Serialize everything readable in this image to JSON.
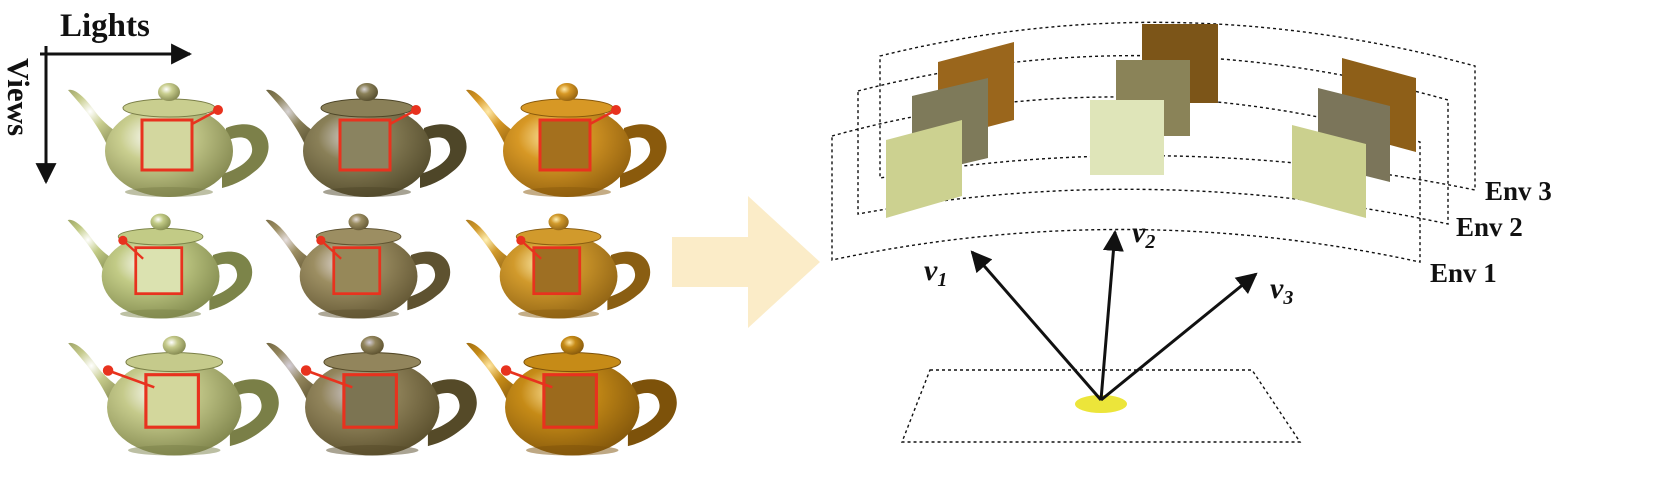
{
  "axes": {
    "lights_label": "Lights",
    "views_label": "Views"
  },
  "colors": {
    "swatch_outline": "#e8321e",
    "marker": "#e8321e",
    "arrow": "#fbecc8",
    "surface_point": "#ece53a",
    "env_swatch_light": "#ccd190",
    "env_swatch_gray": "#7e7a5a",
    "env_swatch_brown": "#9a661c"
  },
  "teapot_grid": [
    {
      "view": 1,
      "cells": [
        {
          "light": 1,
          "body": "#c9ce8f",
          "shade": "#7c8049",
          "hi": "#ffffff",
          "swatch": "#d3d79f"
        },
        {
          "light": 2,
          "body": "#8a8058",
          "shade": "#4e4628",
          "hi": "#d8d4d4",
          "swatch": "#8a8360"
        },
        {
          "light": 3,
          "body": "#d79825",
          "shade": "#8a5a0c",
          "hi": "#ffe9a8",
          "swatch": "#a4701e"
        }
      ]
    },
    {
      "view": 2,
      "cells": [
        {
          "light": 1,
          "body": "#c2cb86",
          "shade": "#7c8449",
          "hi": "#ffffff",
          "swatch": "#dbe2b0"
        },
        {
          "light": 2,
          "body": "#9c8e62",
          "shade": "#5e5230",
          "hi": "#e6dede",
          "swatch": "#968859"
        },
        {
          "light": 3,
          "body": "#d19a2c",
          "shade": "#8a5e12",
          "hi": "#fff0b4",
          "swatch": "#9e6f23"
        }
      ]
    },
    {
      "view": 3,
      "cells": [
        {
          "light": 1,
          "body": "#c5ca8b",
          "shade": "#7a7f47",
          "hi": "#ffffff",
          "swatch": "#d3d79c"
        },
        {
          "light": 2,
          "body": "#92855c",
          "shade": "#554a28",
          "hi": "#d4ced8",
          "swatch": "#7c7452"
        },
        {
          "light": 3,
          "body": "#c68b17",
          "shade": "#7d520a",
          "hi": "#ffe6a0",
          "swatch": "#9c6a1c"
        }
      ]
    }
  ],
  "environments": [
    {
      "label": "Env 1"
    },
    {
      "label": "Env 2"
    },
    {
      "label": "Env 3"
    }
  ],
  "view_vectors": [
    {
      "label": "v",
      "subscript": "1"
    },
    {
      "label": "v",
      "subscript": "2"
    },
    {
      "label": "v",
      "subscript": "3"
    }
  ]
}
